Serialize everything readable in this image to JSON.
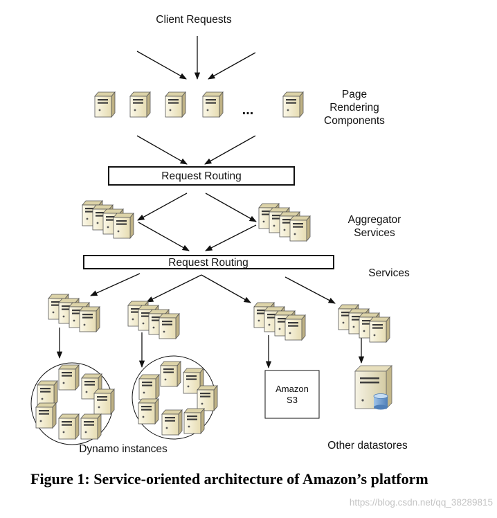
{
  "labels": {
    "client_requests": "Client Requests",
    "page_rendering": [
      "Page",
      "Rendering",
      "Components"
    ],
    "ellipsis": "...",
    "request_routing_top": "Request Routing",
    "aggregator": [
      "Aggregator",
      "Services"
    ],
    "request_routing_bottom": "Request Routing",
    "services": "Services",
    "amazon_s3": [
      "Amazon",
      "S3"
    ],
    "dynamo": "Dynamo instances",
    "other_datastores": "Other datastores"
  },
  "caption": "Figure 1: Service-oriented architecture of Amazon’s platform",
  "watermark": "https://blog.csdn.net/qq_38289815",
  "icons": {
    "server": "server-icon",
    "server_group": "server-group-icon",
    "database": "database-icon"
  },
  "colors": {
    "server_body": "#f3edd2",
    "server_side": "#cbbf92",
    "server_dark": "#3a3a3a",
    "database_cylinder": "#6f9fd1"
  }
}
